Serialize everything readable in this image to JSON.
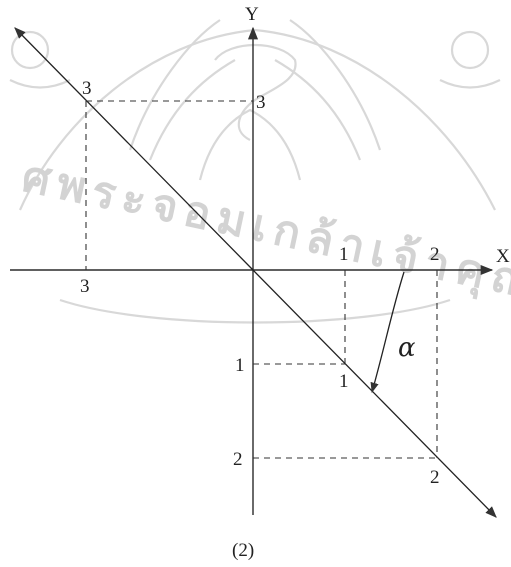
{
  "axes": {
    "x_label": "X",
    "y_label": "Y"
  },
  "ticks": {
    "point_a_top": "3",
    "point_a_right": "3",
    "point_a_bottom": "3",
    "x_one": "1",
    "x_two": "2",
    "y_one": "1",
    "y_two": "2",
    "point_b": "1",
    "point_c": "2"
  },
  "angle_label": "α",
  "caption": "(2)",
  "watermark": {
    "text": "ศพระจอมเกล้าเจ้าคุณ"
  }
}
